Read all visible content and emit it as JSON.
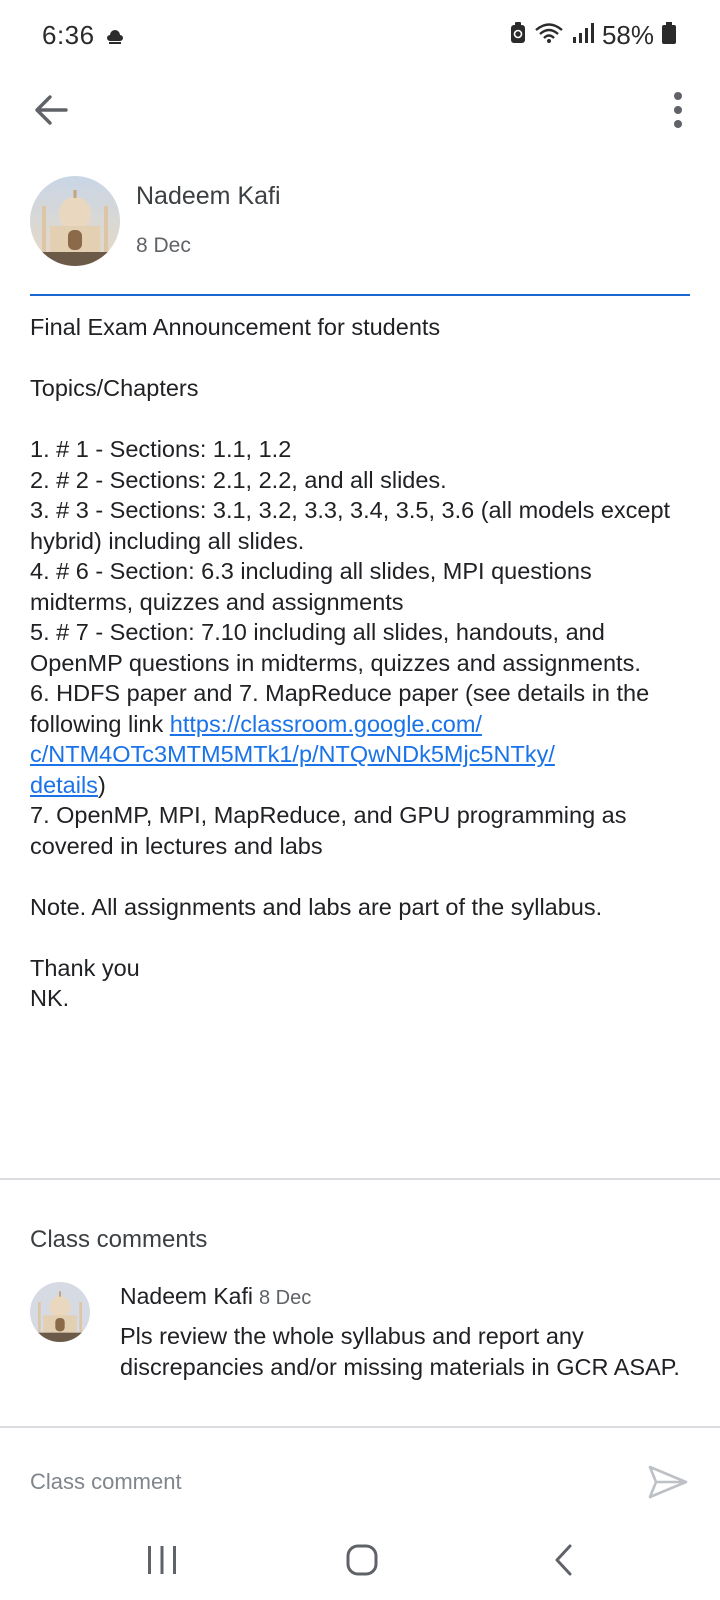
{
  "status_bar": {
    "time": "6:36",
    "battery": "58%"
  },
  "icons": {
    "back": "arrow-left-icon",
    "more": "more-vert-icon",
    "send": "send-icon",
    "recent": "recent-apps-icon",
    "home": "home-icon",
    "nav_back": "chevron-left-icon"
  },
  "colors": {
    "accent": "#1967d2",
    "link": "#1a73e8"
  },
  "post": {
    "author": "Nadeem Kafi",
    "date": "8 Dec",
    "title_line": "Final Exam Announcement for students",
    "topics_heading": "Topics/Chapters",
    "items": [
      "1. # 1 - Sections: 1.1, 1.2",
      "2. # 2 - Sections:  2.1, 2.2, and all slides.",
      "3. # 3 - Sections:  3.1, 3.2, 3.3, 3.4, 3.5, 3.6 (all models except hybrid) including all slides.",
      "4. # 6 - Section: 6.3 including all slides, MPI questions midterms, quizzes and assignments",
      "5. # 7 - Section: 7.10 including all slides, handouts, and OpenMP questions in midterms, quizzes and assignments."
    ],
    "item6_prefix": "6. HDFS paper and 7. MapReduce paper (see details in the following link ",
    "item6_link_line1": "https://classroom.google.com/",
    "item6_link_line2": "c/NTM4OTc3MTM5MTk1/p/NTQwNDk5Mjc5NTky/",
    "item6_link_line3": "details",
    "item6_suffix": ")",
    "item7": "7. OpenMP, MPI, MapReduce, and GPU programming as covered in lectures and labs",
    "note": "Note. All assignments and labs are part of the syllabus.",
    "thanks": "Thank you",
    "signature": "NK."
  },
  "comments": {
    "title": "Class comments",
    "items": [
      {
        "author": "Nadeem Kafi",
        "date": "8 Dec",
        "text": "Pls review the whole syllabus and report any discrepancies and/or missing materials in GCR ASAP."
      }
    ]
  },
  "comment_input": {
    "placeholder": "Class comment"
  }
}
